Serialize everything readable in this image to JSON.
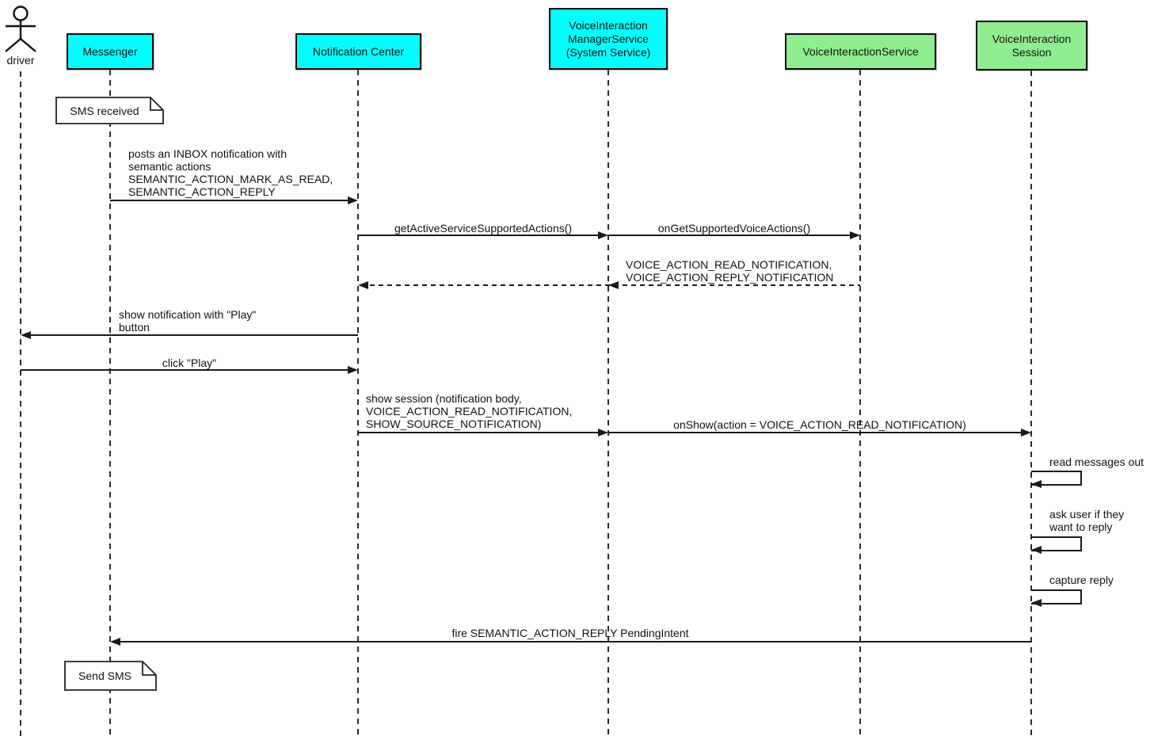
{
  "diagram": {
    "type": "uml-sequence",
    "colors": {
      "system_participant": "#00FFFF",
      "voice_participant": "#90EE90",
      "line": "#1a1a1a",
      "note_fill": "#FFFFFF"
    },
    "actor": {
      "name": "driver"
    },
    "participants": [
      {
        "label": "Messenger"
      },
      {
        "label": "Notification Center"
      },
      {
        "label": "VoiceInteraction\nManagerService\n(System Service)"
      },
      {
        "label": "VoiceInteractionService"
      },
      {
        "label": "VoiceInteraction\nSession"
      }
    ],
    "notes": [
      {
        "text": "SMS received",
        "on": "Messenger"
      },
      {
        "text": "Send SMS",
        "on": "Messenger"
      }
    ],
    "messages": [
      {
        "label": "posts an INBOX notification with\nsemantic actions\nSEMANTIC_ACTION_MARK_AS_READ,\nSEMANTIC_ACTION_REPLY",
        "from": "Messenger",
        "to": "Notification Center",
        "style": "solid"
      },
      {
        "label": "getActiveServiceSupportedActions()",
        "from": "Notification Center",
        "to": "VoiceInteractionManagerService",
        "style": "solid"
      },
      {
        "label": "onGetSupportedVoiceActions()",
        "from": "VoiceInteractionManagerService",
        "to": "VoiceInteractionService",
        "style": "solid"
      },
      {
        "label": "VOICE_ACTION_READ_NOTIFICATION,\nVOICE_ACTION_REPLY_NOTIFICATION",
        "from": "VoiceInteractionService",
        "to": "Notification Center",
        "style": "dashed-return"
      },
      {
        "label": "show notification with \"Play\"\nbutton",
        "from": "Notification Center",
        "to": "driver",
        "style": "solid"
      },
      {
        "label": "click \"Play\"",
        "from": "driver",
        "to": "Notification Center",
        "style": "solid"
      },
      {
        "label": "show session (notification body,\nVOICE_ACTION_READ_NOTIFICATION,\nSHOW_SOURCE_NOTIFICATION)",
        "from": "Notification Center",
        "to": "VoiceInteractionManagerService",
        "style": "solid"
      },
      {
        "label": "onShow(action = VOICE_ACTION_READ_NOTIFICATION)",
        "from": "VoiceInteractionManagerService",
        "to": "VoiceInteractionSession",
        "style": "solid"
      },
      {
        "label": "read messages out",
        "from": "VoiceInteractionSession",
        "to": "VoiceInteractionSession",
        "style": "self"
      },
      {
        "label": "ask user if they\nwant to reply",
        "from": "VoiceInteractionSession",
        "to": "VoiceInteractionSession",
        "style": "self"
      },
      {
        "label": "capture reply",
        "from": "VoiceInteractionSession",
        "to": "VoiceInteractionSession",
        "style": "self"
      },
      {
        "label": "fire SEMANTIC_ACTION_REPLY PendingIntent",
        "from": "VoiceInteractionSession",
        "to": "Messenger",
        "style": "solid"
      }
    ]
  }
}
